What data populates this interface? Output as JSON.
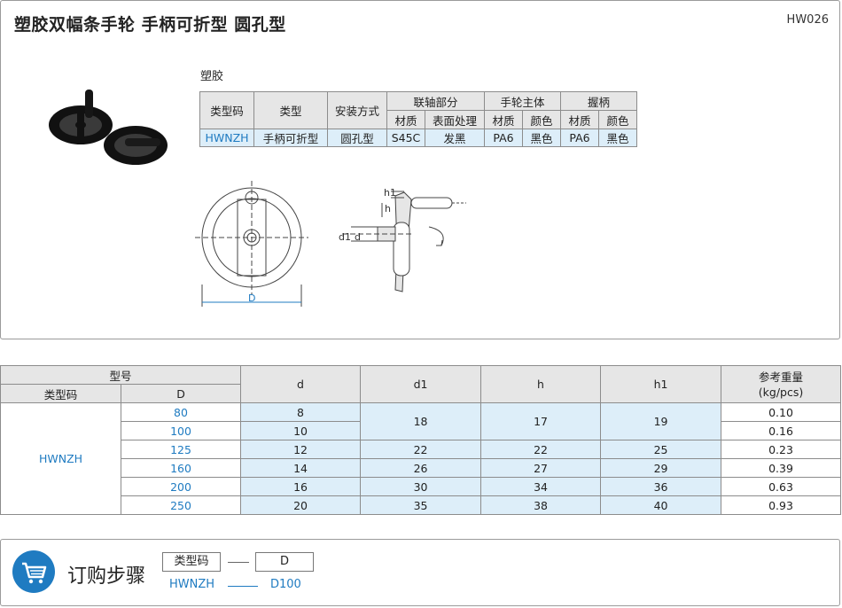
{
  "header": {
    "title": "塑胶双幅条手轮  手柄可折型  圆孔型",
    "code": "HW026"
  },
  "material_label": "塑胶",
  "spec_table": {
    "h_type_code": "类型码",
    "h_type": "类型",
    "h_mount": "安装方式",
    "h_shaft": "联轴部分",
    "h_wheel": "手轮主体",
    "h_grip": "握柄",
    "h_material": "材质",
    "h_surface": "表面处理",
    "h_color": "颜色",
    "row": {
      "type_code": "HWNZH",
      "type": "手柄可折型",
      "mount": "圆孔型",
      "shaft_material": "S45C",
      "shaft_surface": "发黑",
      "wheel_material": "PA6",
      "wheel_color": "黑色",
      "grip_material": "PA6",
      "grip_color": "黑色"
    }
  },
  "drawing": {
    "d_label": "D",
    "h1_label": "h1",
    "h_label": "h",
    "d1_label": "d1",
    "d_small_label": "d"
  },
  "main_table": {
    "h_model": "型号",
    "h_type_code": "类型码",
    "h_D": "D",
    "h_d": "d",
    "h_d1": "d1",
    "h_h": "h",
    "h_h1": "h1",
    "h_weight": "参考重量\n(kg/pcs)",
    "type_code": "HWNZH",
    "rows": [
      {
        "D": "80",
        "d": "8",
        "weight": "0.10"
      },
      {
        "D": "100",
        "d": "10",
        "weight": "0.16"
      },
      {
        "D": "125",
        "d": "12",
        "d1": "22",
        "h": "22",
        "h1": "25",
        "weight": "0.23"
      },
      {
        "D": "160",
        "d": "14",
        "d1": "26",
        "h": "27",
        "h1": "29",
        "weight": "0.39"
      },
      {
        "D": "200",
        "d": "16",
        "d1": "30",
        "h": "34",
        "h1": "36",
        "weight": "0.63"
      },
      {
        "D": "250",
        "d": "20",
        "d1": "35",
        "h": "38",
        "h1": "40",
        "weight": "0.93"
      }
    ],
    "merged_first_two": {
      "d1": "18",
      "h": "17",
      "h1": "19"
    }
  },
  "order": {
    "title": "订购步骤",
    "box1": "类型码",
    "box2": "D",
    "val1": "HWNZH",
    "val2": "D100"
  },
  "colors": {
    "accent": "#1f7bc1",
    "header_bg": "#e6e6e6",
    "value_bg": "#ddeef9"
  }
}
